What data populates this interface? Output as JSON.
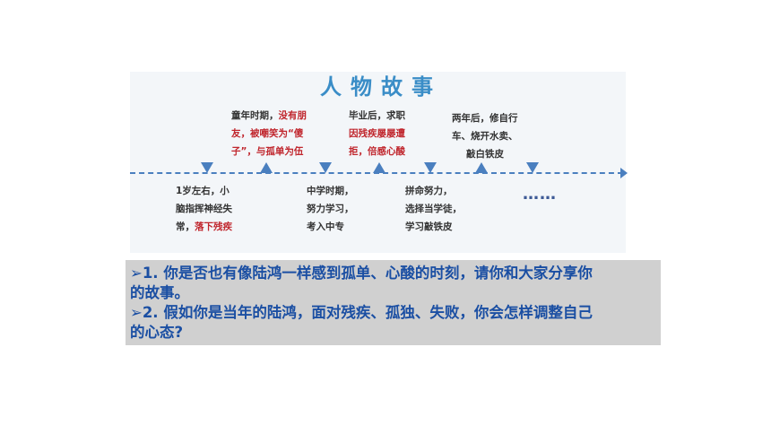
{
  "title": "人物故事",
  "stories": {
    "childhood": {
      "l1a": "童年时期，",
      "l1b": "没有朋",
      "l2a": "友，被嘲笑为",
      "l2b": "“傻",
      "l3a": "子”",
      "l3b": "，与孤单为伍"
    },
    "graduation": {
      "l1": "毕业后，求职",
      "l2": "因残疾屡屡遭",
      "l3": "拒，倍感心酸"
    },
    "later": {
      "l1": "两年后，修自行",
      "l2": "车、烧开水卖、",
      "l3": "敲白铁皮"
    },
    "age1": {
      "l1": "1岁左右，小",
      "l2": "脑指挥神经失",
      "l3a": "常，",
      "l3b": "落下残疾"
    },
    "middle_school": {
      "l1": "中学时期，",
      "l2": "努力学习，",
      "l3": "考入中专"
    },
    "effort": {
      "l1": "拼命努力，",
      "l2": "选择当学徒，",
      "l3": "学习敲铁皮"
    },
    "ellipsis": "……"
  },
  "questions": {
    "q1_line1": "➢1. 你是否也有像陆鸿一样感到孤单、心酸的时刻，请你和大家分享你",
    "q1_line2": "的故事。",
    "q2_line1": "➢2. 假如你是当年的陆鸿，面对残疾、孤独、失败，你会怎样调整自己",
    "q2_line2": "的心态?"
  },
  "colors": {
    "accent": "#3a8dc7",
    "timeline": "#4a7fbf",
    "highlight": "#c0262d",
    "question": "#1b4fa3"
  }
}
